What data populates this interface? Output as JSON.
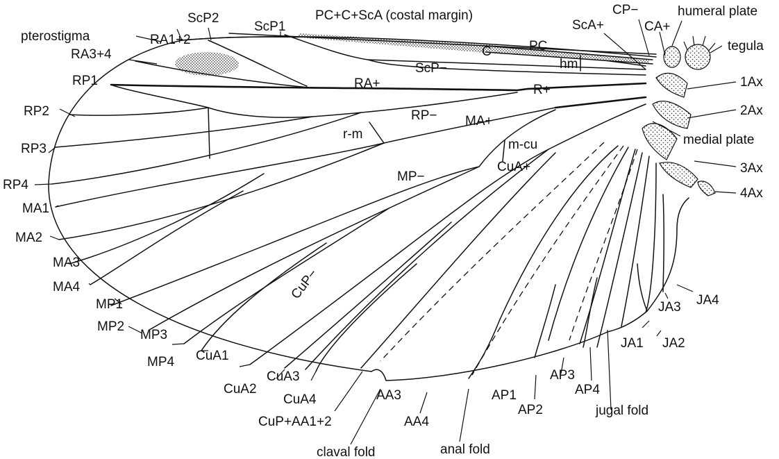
{
  "diagram": {
    "labels": {
      "pterostigma": "pterostigma",
      "ra12": "RA1+2",
      "scp2": "ScP2",
      "scp1": "ScP1",
      "costal": "PC+C+ScA (costal margin)",
      "cpm": "CP−",
      "humeral": "humeral plate",
      "cap": "CA+",
      "tegula": "tegula",
      "ra34": "RA3+4",
      "pc": "PC",
      "c": "C",
      "scap": "ScA+",
      "rp1": "RP1",
      "scpm": "ScP−",
      "hm": "hm",
      "rap": "RA+",
      "rplus": "R+",
      "ax1": "1Ax",
      "rp2": "RP2",
      "rpm": "RP−",
      "ax2": "2Ax",
      "rm": "r-m",
      "map": "MA+",
      "medial": "medial plate",
      "rp3": "RP3",
      "mcu": "m-cu",
      "cuap": "CuA+",
      "ax3": "3Ax",
      "mpm": "MP−",
      "rp4": "RP4",
      "ax4": "4Ax",
      "ma1": "MA1",
      "ma2": "MA2",
      "ma3": "MA3",
      "cupm": "CuP−",
      "ma4": "MA4",
      "ja4": "JA4",
      "mp1": "MP1",
      "ja3": "JA3",
      "mp2": "MP2",
      "mp3": "MP3",
      "ja1": "JA1",
      "ja2": "JA2",
      "mp4": "MP4",
      "cua1": "CuA1",
      "ap3": "AP3",
      "cua3": "CuA3",
      "cua2": "CuA2",
      "aa3": "AA3",
      "ap1": "AP1",
      "ap4": "AP4",
      "cua4": "CuA4",
      "ap2": "AP2",
      "jugal": "jugal fold",
      "aa4": "AA4",
      "cupaa": "CuP+AA1+2",
      "claval": "claval fold",
      "anal": "anal fold"
    }
  }
}
